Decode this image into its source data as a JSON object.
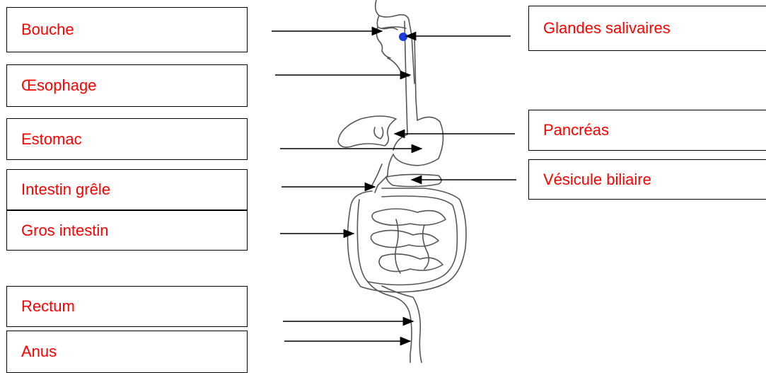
{
  "labels": {
    "bouche": "Bouche",
    "oesophage": "Œsophage",
    "estomac": "Estomac",
    "intestin_grele": "Intestin grêle",
    "gros_intestin": "Gros intestin",
    "rectum": "Rectum",
    "anus": "Anus",
    "glandes_salivaires": "Glandes salivaires",
    "pancreas": "Pancréas",
    "vesicule_biliaire": "Vésicule biliaire"
  },
  "colors": {
    "label_text": "#ff0000",
    "salivary_dot": "#1a3fd6",
    "line": "#000000"
  }
}
